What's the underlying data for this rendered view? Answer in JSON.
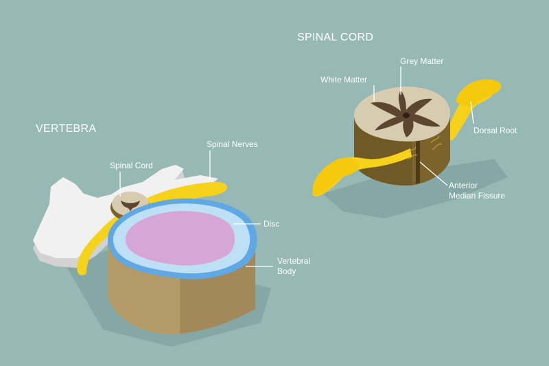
{
  "colors": {
    "background": "#97b9b6",
    "shadow": "#7fa3a0",
    "bone_white": "#f1f1f1",
    "bone_shade": "#d2d2d2",
    "nerve_yellow": "#f7d21a",
    "vertebral_body_top_rim": "#5fa8e3",
    "disc_fill": "#d7a6d8",
    "vertebral_body_side": "#b49a67",
    "cord_white_matter": "#d7cbb0",
    "cord_grey_matter": "#5c4632",
    "cord_side": "#7b6329",
    "label_text": "#ffffff"
  },
  "vertebra": {
    "title": "VERTEBRA",
    "labels": {
      "spinal_cord": "Spinal Cord",
      "spinal_nerves": "Spinal Nerves",
      "disc": "Disc",
      "vertebral_body_line1": "Vertebral",
      "vertebral_body_line2": "Body"
    }
  },
  "spinal_cord": {
    "title": "SPINAL CORD",
    "labels": {
      "grey_matter": "Grey Matter",
      "white_matter": "White Matter",
      "dorsal_root": "Dorsal Root",
      "anterior_median_fissure_line1": "Anterior",
      "anterior_median_fissure_line2": "Median Fissure"
    }
  }
}
